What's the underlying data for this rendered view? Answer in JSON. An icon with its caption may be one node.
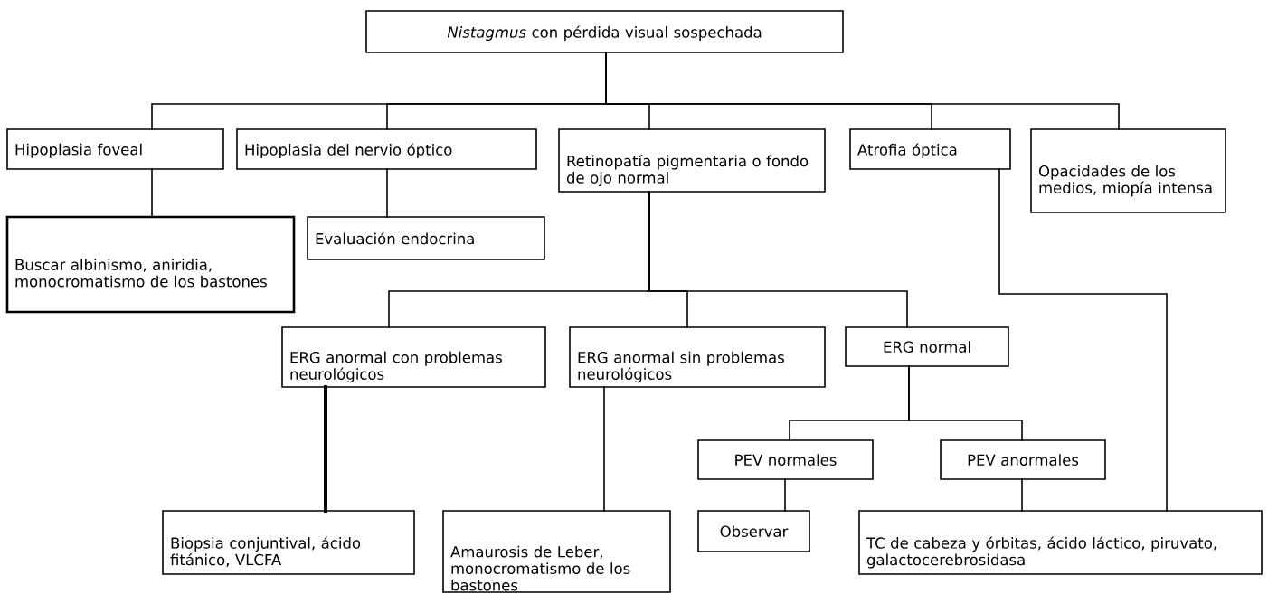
{
  "diagram": {
    "nodes": [
      {
        "text": [
          "*Nistagmus* con pérdida visual sospechada"
        ]
      },
      {
        "text": [
          "Hipoplasia foveal"
        ]
      },
      {
        "text": [
          "Hipoplasia del nervio óptico"
        ]
      },
      {
        "text": [
          "Retinopatía pigmentaria o fondo de ojo normal"
        ]
      },
      {
        "text": [
          "Atrofia óptica"
        ]
      },
      {
        "text": [
          "Opacidades de los medios, miopía intensa"
        ]
      },
      {
        "text": [
          "Buscar albinismo, aniridia, monocromatismo de los bastones"
        ]
      },
      {
        "text": [
          "Evaluación endocrina"
        ]
      },
      {
        "text": [
          "ERG anormal con problemas neurológicos"
        ]
      },
      {
        "text": [
          "ERG anormal sin problemas neurológicos"
        ]
      },
      {
        "text": [
          "ERG normal"
        ]
      },
      {
        "text": [
          "PEV normales"
        ]
      },
      {
        "text": [
          "PEV anormales"
        ]
      },
      {
        "text": [
          "Biopsia conjuntival, ácido fitánico, VLCFA"
        ]
      },
      {
        "text": [
          "Amaurosis de Leber, monocromatismo de los bastones"
        ]
      },
      {
        "text": [
          "Observar"
        ]
      },
      {
        "text": [
          "TC de cabeza y órbitas, ácido láctico, piruvato, galactocerebrosidasa"
        ]
      }
    ],
    "edges": [
      {
        "from": 0,
        "to": 1,
        "arrow": "none"
      },
      {
        "from": 0,
        "to": 2,
        "arrow": "none"
      },
      {
        "from": 0,
        "to": 3,
        "arrow": "none"
      },
      {
        "from": 0,
        "to": 4,
        "arrow": "none"
      },
      {
        "from": 0,
        "to": 5,
        "arrow": "none"
      },
      {
        "from": 1,
        "to": 6,
        "arrow": "none"
      },
      {
        "from": 2,
        "to": 7,
        "arrow": "none"
      },
      {
        "from": 3,
        "to": 8,
        "arrow": "none"
      },
      {
        "from": 3,
        "to": 9,
        "arrow": "none"
      },
      {
        "from": 3,
        "to": 10,
        "arrow": "none"
      },
      {
        "from": 4,
        "to": 16,
        "arrow": "none"
      },
      {
        "from": 8,
        "to": 13,
        "arrow": "none",
        "style": "thick"
      },
      {
        "from": 9,
        "to": 14,
        "arrow": "none"
      },
      {
        "from": 10,
        "to": 11,
        "arrow": "none"
      },
      {
        "from": 10,
        "to": 12,
        "arrow": "none"
      },
      {
        "from": 11,
        "to": 15,
        "arrow": "none"
      },
      {
        "from": 12,
        "to": 16,
        "arrow": "none"
      }
    ]
  }
}
